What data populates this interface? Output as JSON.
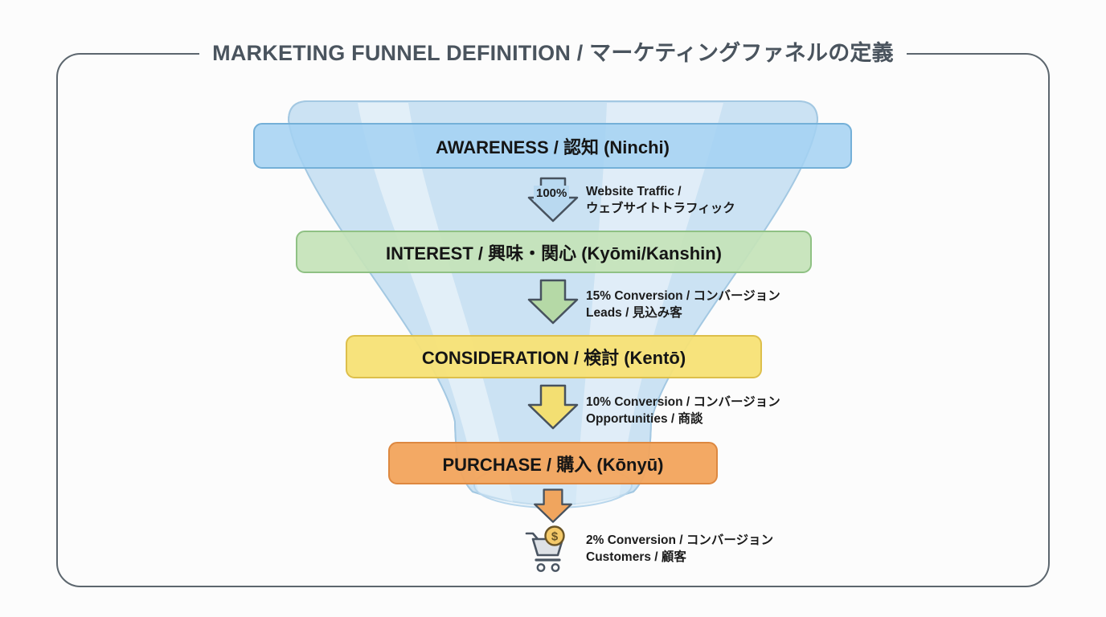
{
  "title": "MARKETING FUNNEL DEFINITION / マーケティングファネルの定義",
  "funnel": {
    "stages": [
      {
        "label": "AWARENESS / 認知 (Ninchi)",
        "fill": "#a3d1f2",
        "border": "#74b0d8"
      },
      {
        "label": "INTEREST / 興味・関心 (Kyōmi/Kanshin)",
        "fill": "#c4e3b8",
        "border": "#8fc184"
      },
      {
        "label": "CONSIDERATION / 検討 (Kentō)",
        "fill": "#f7e175",
        "border": "#ddbf4b"
      },
      {
        "label": "PURCHASE / 購入 (Kōnyū)",
        "fill": "#f2a45c",
        "border": "#dd8840"
      }
    ],
    "transitions": [
      {
        "arrow_label": "100%",
        "line1": "Website Traffic /",
        "line2": "ウェブサイトトラフィック",
        "arrow_fill": "#b9d9f0"
      },
      {
        "line1": "15% Conversion / コンバージョン",
        "line2": "Leads / 見込み客",
        "arrow_fill": "#b5d9a6"
      },
      {
        "line1": "10% Conversion / コンバージョン",
        "line2": "Opportunities / 商談",
        "arrow_fill": "#f3df72"
      },
      {
        "line1": "2% Conversion / コンバージョン",
        "line2": "Customers / 顧客",
        "arrow_fill": "#f0a55e",
        "icon": "shopping-cart-with-coin"
      }
    ],
    "body_fill": "#cbe2f3",
    "body_outline": "#a3c8e2"
  },
  "colors": {
    "title_text": "#4a545e",
    "frame_border": "#5c666e",
    "arrow_outline": "#47525e",
    "coin_fill": "#f4c969",
    "coin_outline": "#6b5526",
    "label_text": "#151515",
    "background": "#fcfcfc"
  }
}
